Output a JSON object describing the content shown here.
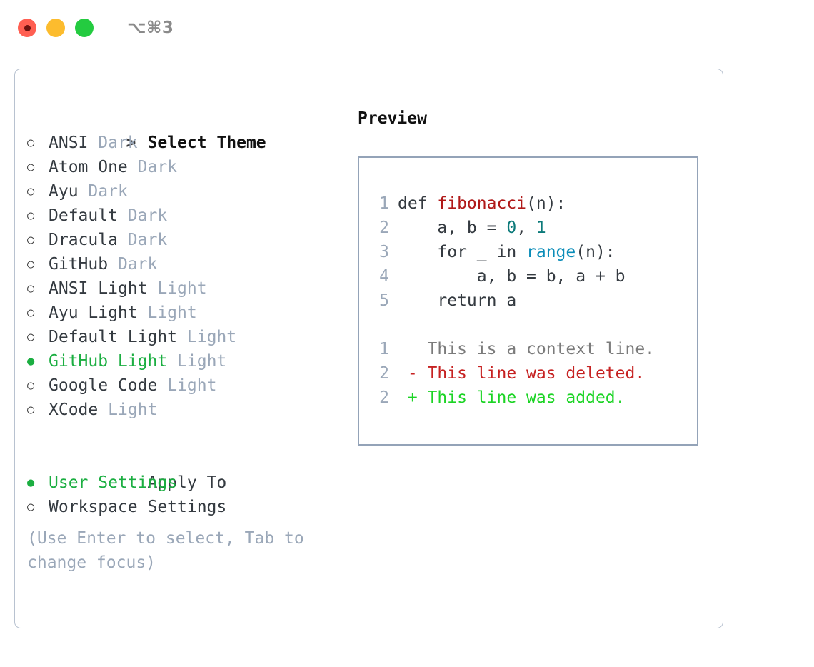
{
  "titlebar": {
    "shortcut": "⌥⌘3",
    "lights": [
      {
        "name": "close",
        "color": "#ff5f52"
      },
      {
        "name": "minimize",
        "color": "#fcbc2e"
      },
      {
        "name": "maximize",
        "color": "#24cb40"
      }
    ]
  },
  "colors": {
    "selected_green": "#1bae41",
    "muted_tag": "#9aa7b8",
    "text": "#343a40",
    "panel_border": "#b8c2d0",
    "preview_border": "#94a3b8",
    "diff_add": "#1bd424",
    "diff_del": "#c62222",
    "syntax_func": "#b01919",
    "syntax_num": "#0c7a7a",
    "syntax_builtin": "#0a8cb8"
  },
  "left": {
    "theme_section": {
      "marker": ">",
      "title": "Select Theme",
      "items": [
        {
          "label": "ANSI",
          "tag": "Dark",
          "selected": false
        },
        {
          "label": "Atom One",
          "tag": "Dark",
          "selected": false
        },
        {
          "label": "Ayu",
          "tag": "Dark",
          "selected": false
        },
        {
          "label": "Default",
          "tag": "Dark",
          "selected": false
        },
        {
          "label": "Dracula",
          "tag": "Dark",
          "selected": false
        },
        {
          "label": "GitHub",
          "tag": "Dark",
          "selected": false
        },
        {
          "label": "ANSI Light",
          "tag": "Light",
          "selected": false
        },
        {
          "label": "Ayu Light",
          "tag": "Light",
          "selected": false
        },
        {
          "label": "Default Light",
          "tag": "Light",
          "selected": false
        },
        {
          "label": "GitHub Light",
          "tag": "Light",
          "selected": true
        },
        {
          "label": "Google Code",
          "tag": "Light",
          "selected": false
        },
        {
          "label": "XCode",
          "tag": "Light",
          "selected": false
        }
      ]
    },
    "apply_section": {
      "title": "Apply To",
      "items": [
        {
          "label": "User Settings",
          "selected": true
        },
        {
          "label": "Workspace Settings",
          "selected": false
        }
      ]
    },
    "hint": "(Use Enter to select, Tab to change focus)"
  },
  "right": {
    "title": "Preview",
    "code_lines": [
      {
        "no": "1",
        "segments": [
          {
            "t": "def ",
            "c": "plain"
          },
          {
            "t": "fibonacci",
            "c": "func"
          },
          {
            "t": "(n):",
            "c": "plain"
          }
        ]
      },
      {
        "no": "2",
        "segments": [
          {
            "t": "    a, b = ",
            "c": "plain"
          },
          {
            "t": "0",
            "c": "num"
          },
          {
            "t": ", ",
            "c": "plain"
          },
          {
            "t": "1",
            "c": "num"
          }
        ]
      },
      {
        "no": "3",
        "segments": [
          {
            "t": "    for _ in ",
            "c": "plain"
          },
          {
            "t": "range",
            "c": "builtin"
          },
          {
            "t": "(n):",
            "c": "plain"
          }
        ]
      },
      {
        "no": "4",
        "segments": [
          {
            "t": "        a, b = b, a + b",
            "c": "plain"
          }
        ]
      },
      {
        "no": "5",
        "segments": [
          {
            "t": "    return a",
            "c": "plain"
          }
        ]
      }
    ],
    "diff_lines": [
      {
        "no": "1",
        "segments": [
          {
            "t": "   This is a context line.",
            "c": "ctx"
          }
        ]
      },
      {
        "no": "2",
        "segments": [
          {
            "t": " - This line was deleted.",
            "c": "del"
          }
        ]
      },
      {
        "no": "2",
        "segments": [
          {
            "t": " + This line was added.",
            "c": "add"
          }
        ]
      }
    ]
  }
}
